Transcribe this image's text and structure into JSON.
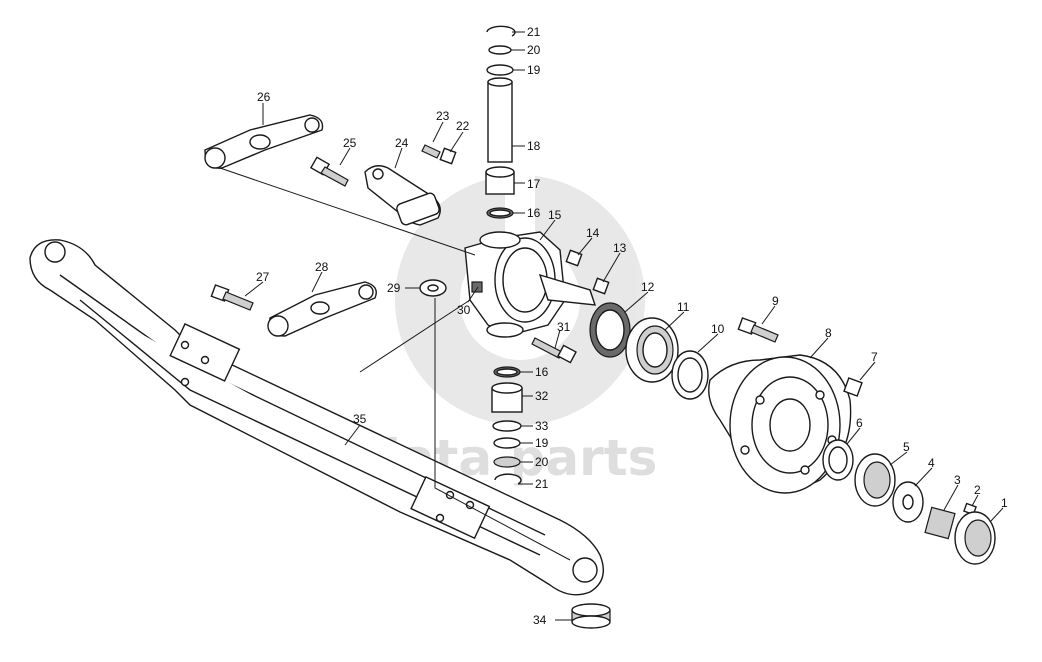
{
  "watermark": {
    "text": "data parts",
    "color": "#c9c9c9"
  },
  "callouts": [
    "1",
    "2",
    "3",
    "4",
    "5",
    "6",
    "7",
    "8",
    "9",
    "10",
    "11",
    "12",
    "13",
    "14",
    "15",
    "16",
    "17",
    "18",
    "19",
    "20",
    "21",
    "22",
    "23",
    "24",
    "25",
    "26",
    "27",
    "28",
    "29",
    "30",
    "31",
    "32",
    "33",
    "34",
    "35"
  ],
  "extra_callouts": {
    "16b": "16",
    "19b": "19",
    "20b": "20",
    "21b": "21"
  },
  "colors": {
    "line": "#1a1a1a",
    "watermark": "#cfcfcf"
  }
}
